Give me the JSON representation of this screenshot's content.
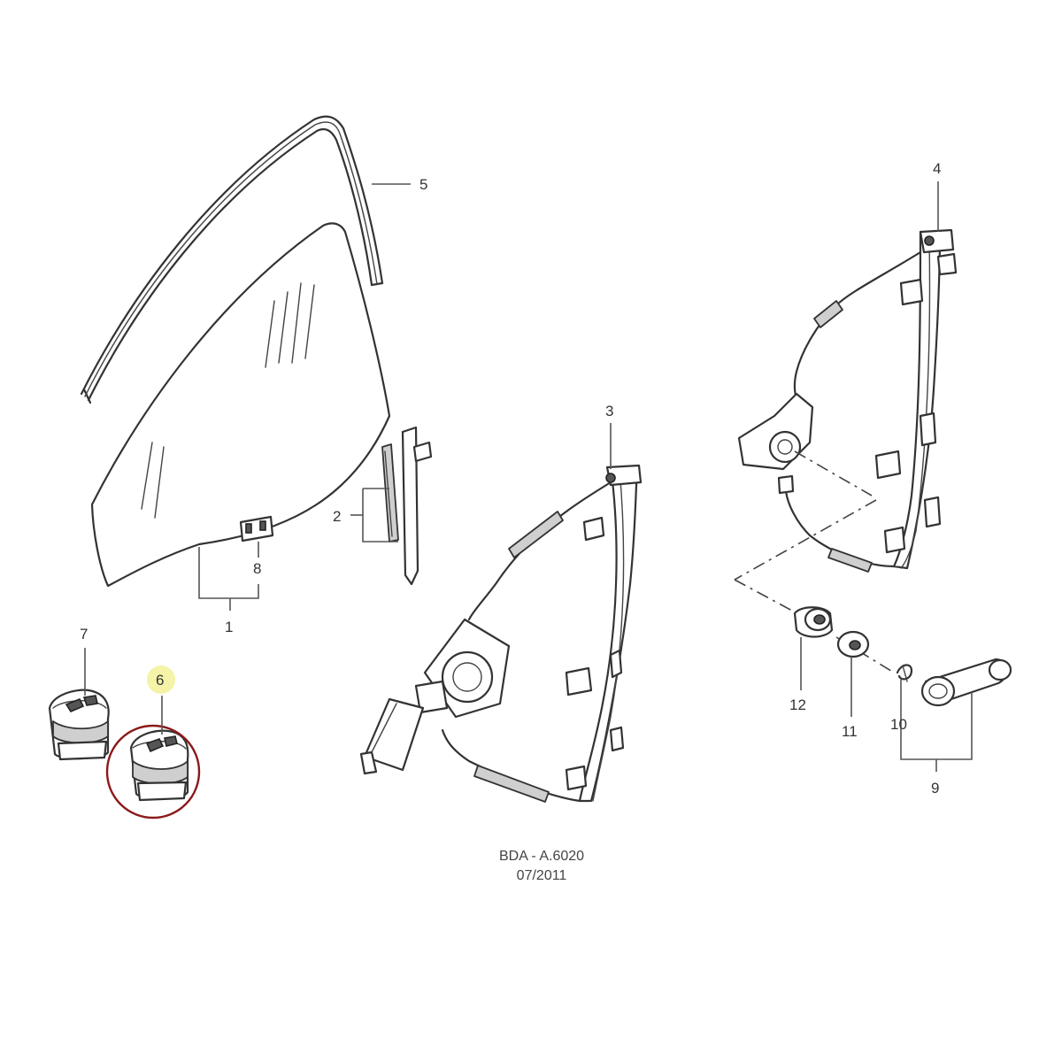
{
  "callouts": {
    "c1": "1",
    "c2": "2",
    "c3": "3",
    "c4": "4",
    "c5": "5",
    "c6": "6",
    "c7": "7",
    "c8": "8",
    "c9": "9",
    "c10": "10",
    "c11": "11",
    "c12": "12"
  },
  "footer": {
    "code": "BDA - A.6020",
    "date": "07/2011"
  },
  "highlight": {
    "part": "6",
    "marker_color": "#f5f3a8",
    "circle_color": "#8b1a1a"
  }
}
